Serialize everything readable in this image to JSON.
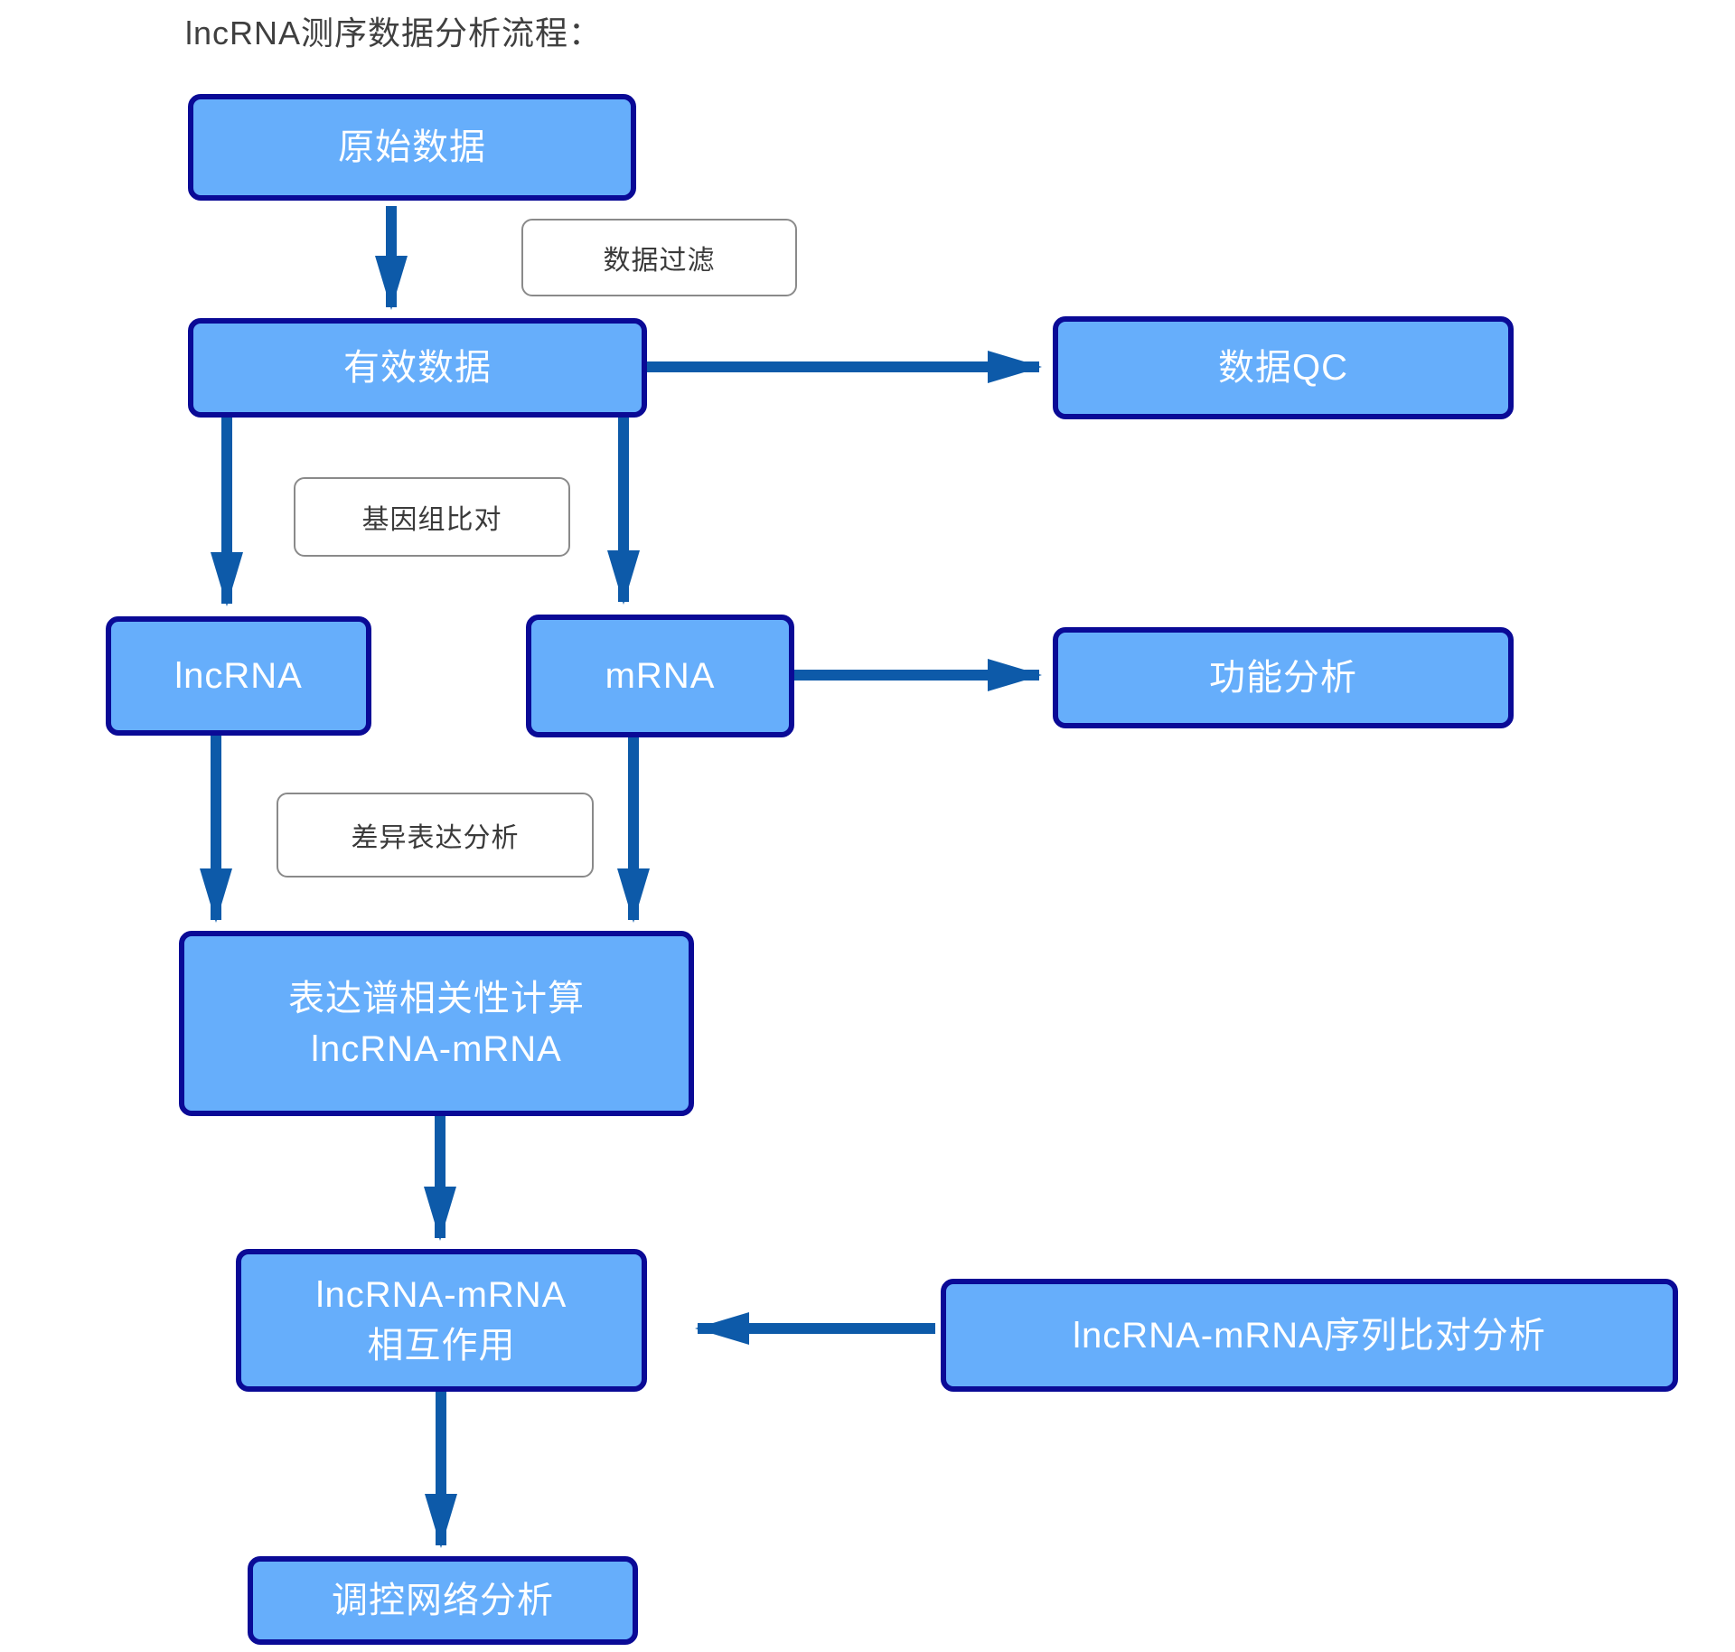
{
  "title": "lncRNA测序数据分析流程：",
  "nodes": {
    "raw": {
      "label": "原始数据"
    },
    "valid": {
      "label": "有效数据"
    },
    "qc": {
      "label": "数据QC"
    },
    "lncrna": {
      "label": "lncRNA"
    },
    "mrna": {
      "label": "mRNA"
    },
    "func": {
      "label": "功能分析"
    },
    "corr": {
      "line1": "表达谱相关性计算",
      "line2": "lncRNA-mRNA"
    },
    "interaction": {
      "line1": "lncRNA-mRNA",
      "line2": "相互作用"
    },
    "seqalign": {
      "label": "lncRNA-mRNA序列比对分析"
    },
    "network": {
      "label": "调控网络分析"
    }
  },
  "edge_labels": {
    "filter": "数据过滤",
    "genome": "基因组比对",
    "diff": "差异表达分析"
  },
  "edges": [
    {
      "from": "原始数据",
      "to": "有效数据",
      "label": "数据过滤"
    },
    {
      "from": "有效数据",
      "to": "数据QC",
      "label": ""
    },
    {
      "from": "有效数据",
      "to": "lncRNA",
      "label": "基因组比对"
    },
    {
      "from": "有效数据",
      "to": "mRNA",
      "label": "基因组比对"
    },
    {
      "from": "mRNA",
      "to": "功能分析",
      "label": ""
    },
    {
      "from": "lncRNA",
      "to": "表达谱相关性计算 lncRNA-mRNA",
      "label": "差异表达分析"
    },
    {
      "from": "mRNA",
      "to": "表达谱相关性计算 lncRNA-mRNA",
      "label": "差异表达分析"
    },
    {
      "from": "表达谱相关性计算 lncRNA-mRNA",
      "to": "lncRNA-mRNA 相互作用",
      "label": ""
    },
    {
      "from": "lncRNA-mRNA序列比对分析",
      "to": "lncRNA-mRNA 相互作用",
      "label": ""
    },
    {
      "from": "lncRNA-mRNA 相互作用",
      "to": "调控网络分析",
      "label": ""
    }
  ],
  "colors": {
    "node_fill": "#66aefb",
    "node_border": "#0a0a96",
    "arrow": "#0d5aa9",
    "label_border": "#8a8a8a",
    "label_text": "#3a3a3a",
    "node_text": "#ffffff",
    "title_text": "#3f3f3f"
  }
}
